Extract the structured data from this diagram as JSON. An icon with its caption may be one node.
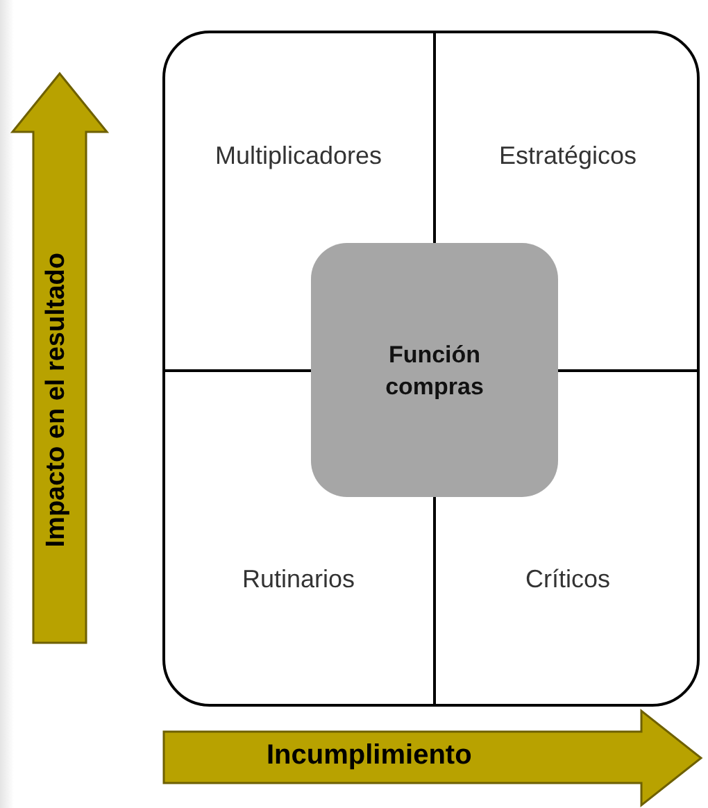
{
  "diagram": {
    "nodes": [
      {
        "text": [
          "Impacto en el resultado"
        ]
      },
      {
        "text": [],
        "shape": "box"
      },
      {
        "text": [
          "Multiplicadores"
        ],
        "in": 1
      },
      {
        "text": [
          "Estratégicos"
        ],
        "in": 1
      },
      {
        "text": [
          "Función compras"
        ],
        "in": 1
      },
      {
        "text": [
          "Rutinarios"
        ],
        "in": 1
      },
      {
        "text": [
          "Críticos"
        ],
        "in": 1
      },
      {
        "text": [
          "Incumplimiento"
        ]
      }
    ],
    "edges": []
  }
}
